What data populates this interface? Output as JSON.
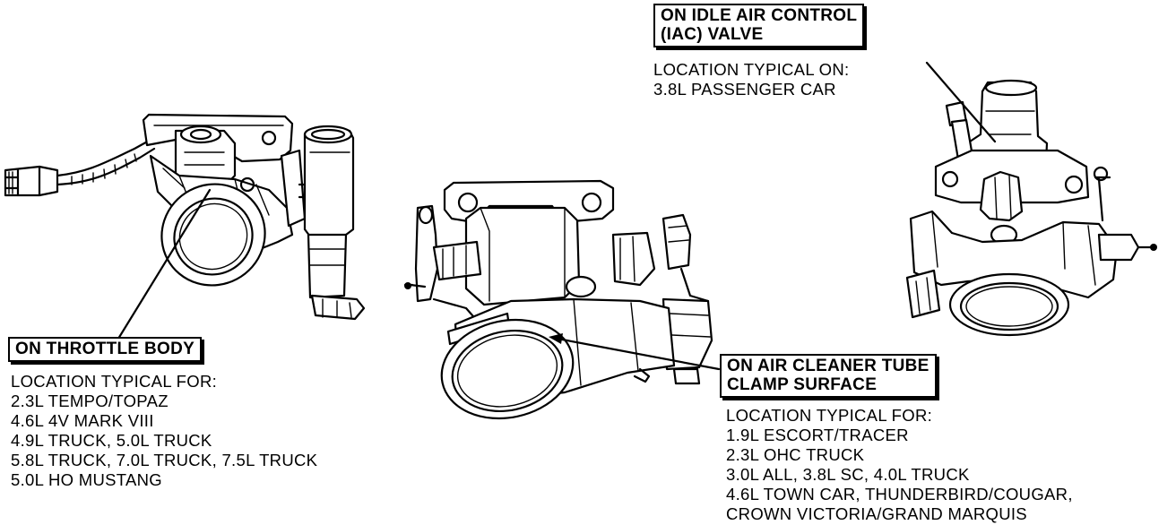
{
  "callouts": {
    "iac": {
      "title_lines": [
        "ON IDLE AIR CONTROL",
        "(IAC) VALVE"
      ],
      "location_lines": [
        "LOCATION TYPICAL ON:",
        "3.8L PASSENGER CAR"
      ]
    },
    "throttle_body": {
      "title_lines": [
        "ON THROTTLE BODY"
      ],
      "location_lines": [
        "LOCATION TYPICAL FOR:",
        "2.3L TEMPO/TOPAZ",
        "4.6L 4V MARK VIII",
        "4.9L TRUCK, 5.0L TRUCK",
        "5.8L TRUCK, 7.0L TRUCK, 7.5L TRUCK",
        "5.0L HO MUSTANG"
      ]
    },
    "air_cleaner": {
      "title_lines": [
        "ON AIR CLEANER TUBE",
        "CLAMP SURFACE"
      ],
      "location_lines": [
        "LOCATION TYPICAL FOR:",
        "1.9L ESCORT/TRACER",
        "2.3L OHC TRUCK",
        "3.0L ALL, 3.8L SC, 4.0L TRUCK",
        "4.6L TOWN CAR, THUNDERBIRD/COUGAR,",
        "CROWN VICTORIA/GRAND MARQUIS"
      ]
    }
  }
}
